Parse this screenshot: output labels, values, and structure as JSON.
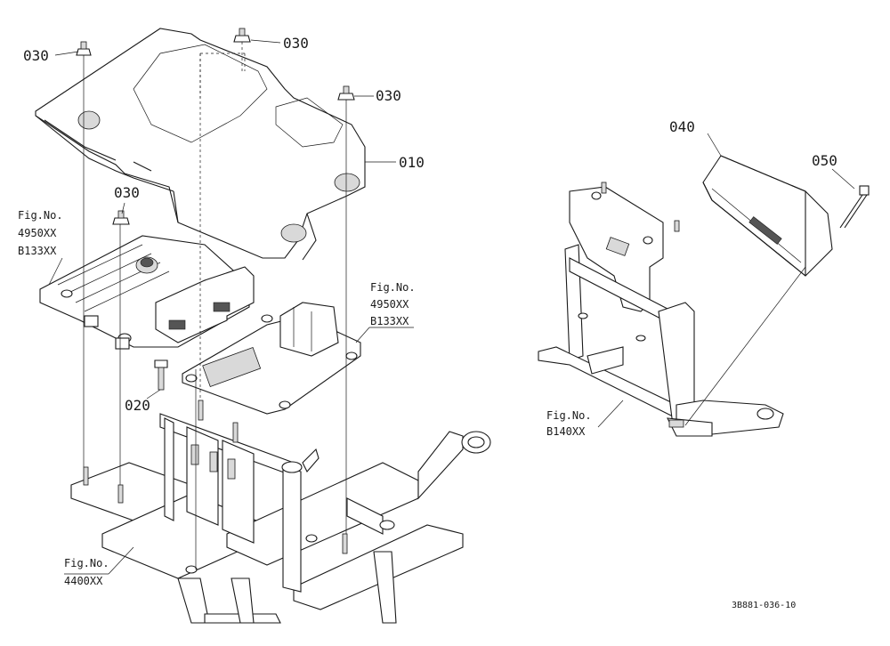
{
  "diagram": {
    "part_labels": {
      "p030a": "030",
      "p030b": "030",
      "p030c": "030",
      "p030d": "030",
      "p010": "010",
      "p020": "020",
      "p040": "040",
      "p050": "050"
    },
    "fig_refs": {
      "ecu_left": {
        "line1": "Fig.No.",
        "line2": "4950XX",
        "line3": "B133XX"
      },
      "ecu_right": {
        "line1": "Fig.No.",
        "line2": "4950XX",
        "line3": "B133XX"
      },
      "frame": {
        "line1": "Fig.No.",
        "line2": "4400XX"
      },
      "bracket": {
        "line1": "Fig.No.",
        "line2": "B140XX"
      }
    },
    "drawing_number": "3B881-036-10"
  }
}
